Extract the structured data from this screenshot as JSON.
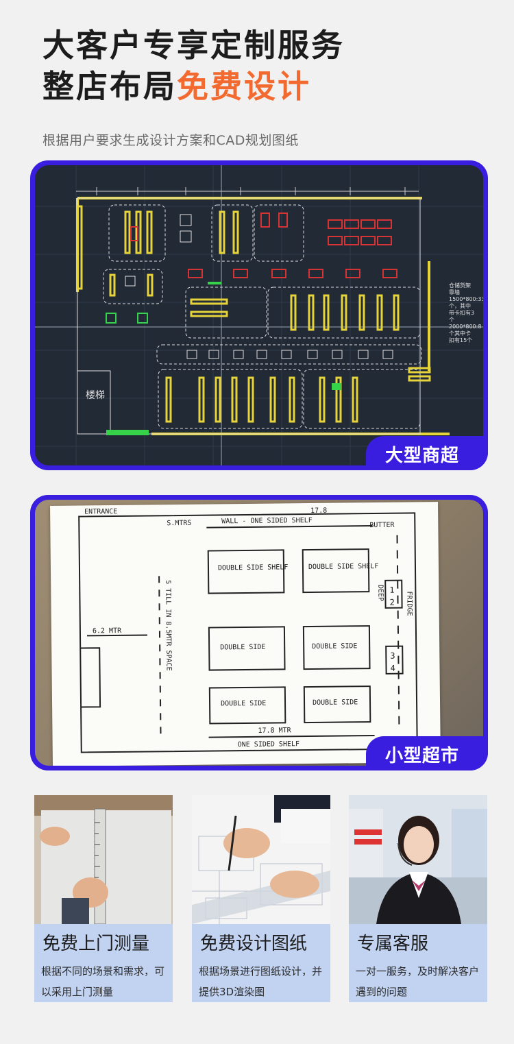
{
  "headline": {
    "line1": "大客户专享定制服务",
    "line2_prefix": "整店布局",
    "line2_accent": "免费设计"
  },
  "subtitle": "根据用户要求生成设计方案和CAD规划图纸",
  "colors": {
    "frame": "#3a1ee0",
    "accent": "#f26a2f",
    "card_bg": "#c2d3f2",
    "cad_bg": "#222a36"
  },
  "showcase": [
    {
      "badge": "大型商超",
      "cad_labels": {
        "stairs": "楼梯",
        "note": [
          "仓储货架",
          "靠墙",
          "1500*800:33",
          "个，其中",
          "带卡扣有3",
          "个",
          "2000*800:8",
          "个其中卡",
          "扣有15个"
        ]
      }
    },
    {
      "badge": "小型超市",
      "sketch_labels": {
        "top_wall": "WALL - ONE SIDED SHELF",
        "bottom_wall": "ONE SIDED SHELF",
        "top_dim": "17.8",
        "bottom_dim": "17.8 MTR",
        "entrance": "ENTRANCE",
        "butter": "BUTTER",
        "fridge": "FRIDGE",
        "deep": "DEEP",
        "still": "5 TILL IN 8.5MTR SPACE",
        "mtr": "6.2 MTR",
        "smtrs": "S.MTRS",
        "shelf1": "DOUBLE SIDE SHELF",
        "shelf2": "DOUBLE SIDE SHELF",
        "shelf3": "DOUBLE SIDE",
        "shelf4": "DOUBLE SIDE",
        "shelf5": "DOUBLE SIDE",
        "shelf6": "DOUBLE SIDE",
        "n1": "1",
        "n2": "2",
        "n3": "3",
        "n4": "4"
      }
    }
  ],
  "services": [
    {
      "title": "免费上门测量",
      "desc": "根据不同的场景和需求，可以采用上门测量"
    },
    {
      "title": "免费设计图纸",
      "desc": "根据场景进行图纸设计，并提供3D渲染图"
    },
    {
      "title": "专属客服",
      "desc": "一对一服务，及时解决客户遇到的问题"
    }
  ]
}
